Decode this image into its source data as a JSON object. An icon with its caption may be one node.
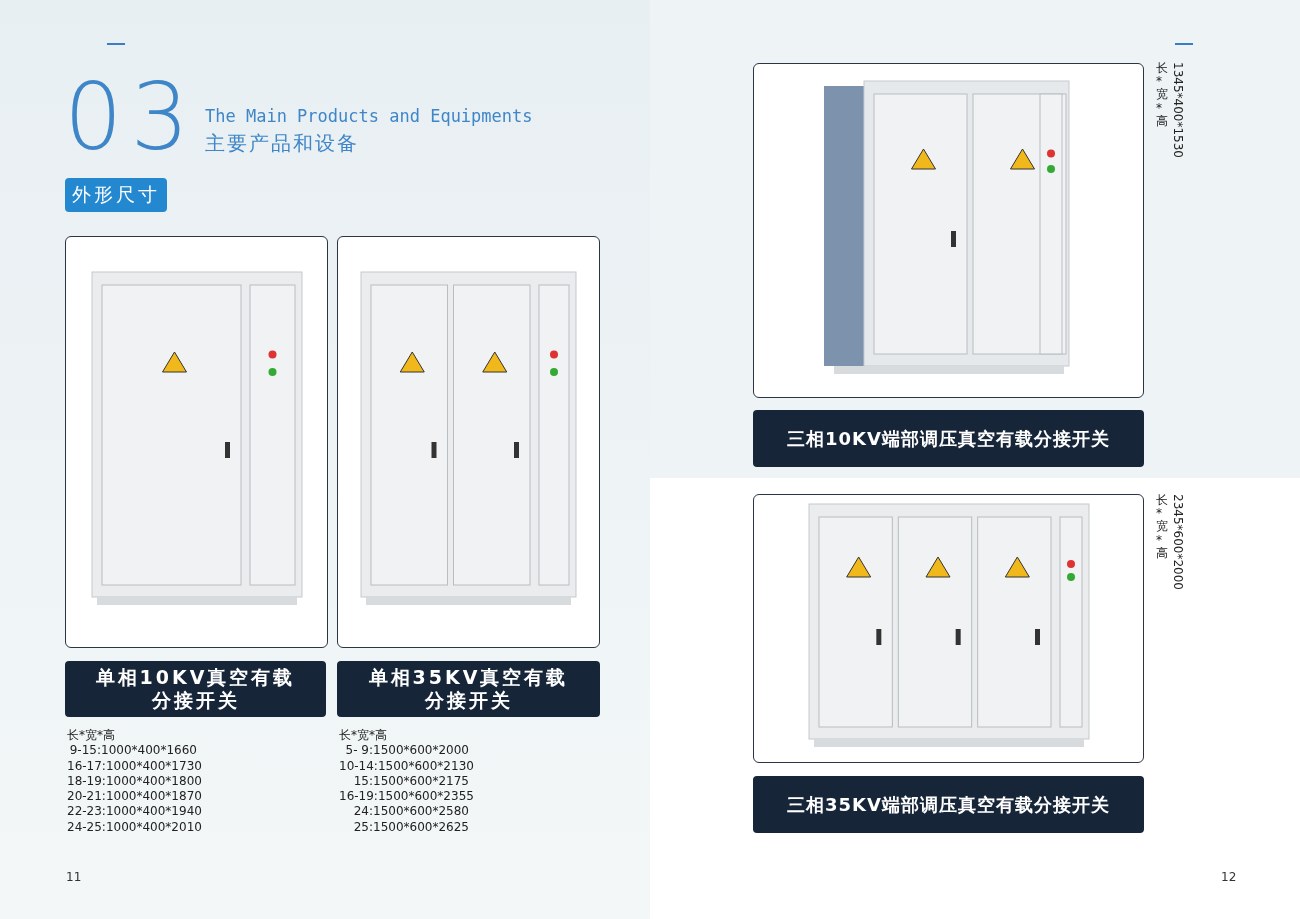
{
  "diagram": {
    "nodes": [
      {
        "text": [
          "外形尺寸"
        ]
      },
      {
        "text": [
          "单相10KV真空有载分接开关"
        ],
        "beside": [
          "长*宽*高",
          "9-15:1000*400*1660",
          "16-17:1000*400*1730",
          "18-19:1000*400*1800",
          "20-21:1000*400*1870",
          "22-23:1000*400*1940",
          "24-25:1000*400*2010"
        ]
      },
      {
        "text": [
          "单相35KV真空有载分接开关"
        ],
        "beside": [
          "长*宽*高",
          "5- 9:1500*600*2000",
          "10-14:1500*600*2130",
          "15:1500*600*2175",
          "16-19:1500*600*2355",
          "24:1500*600*2580",
          "25:1500*600*2625"
        ]
      },
      {
        "text": [
          "三相10KV端部调压真空有载分接开关"
        ],
        "beside": [
          "长*宽*高",
          "1345*400*1530"
        ]
      },
      {
        "text": [
          "三相35KV端部调压真空有载分接开关"
        ],
        "beside": [
          "长*宽*高",
          "2345*600*2000"
        ]
      }
    ],
    "labels": [
      "03",
      "The Main Products and Equipments",
      "主要产品和设备",
      "11",
      "12"
    ]
  }
}
